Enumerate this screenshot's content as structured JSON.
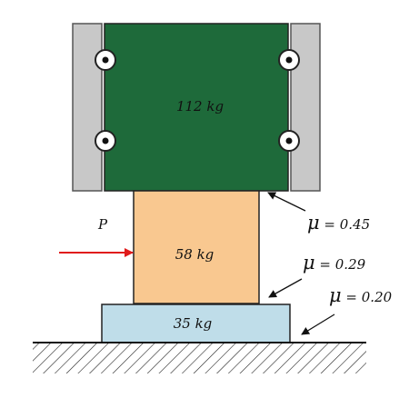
{
  "diagram": {
    "blocks": [
      {
        "mass": "112  kg",
        "color": "#1e6a3a"
      },
      {
        "mass": "58 kg",
        "color": "#f9c890"
      },
      {
        "mass": "35 kg",
        "color": "#bfdde9"
      }
    ],
    "force_label": "P",
    "force_color": "#e01b1b",
    "friction": [
      {
        "symbol": "μ",
        "text": " = 0.45"
      },
      {
        "symbol": "μ",
        "text": " = 0.29"
      },
      {
        "symbol": "μ",
        "text": " = 0.20"
      }
    ],
    "wall_color": "#c8c8c8"
  }
}
